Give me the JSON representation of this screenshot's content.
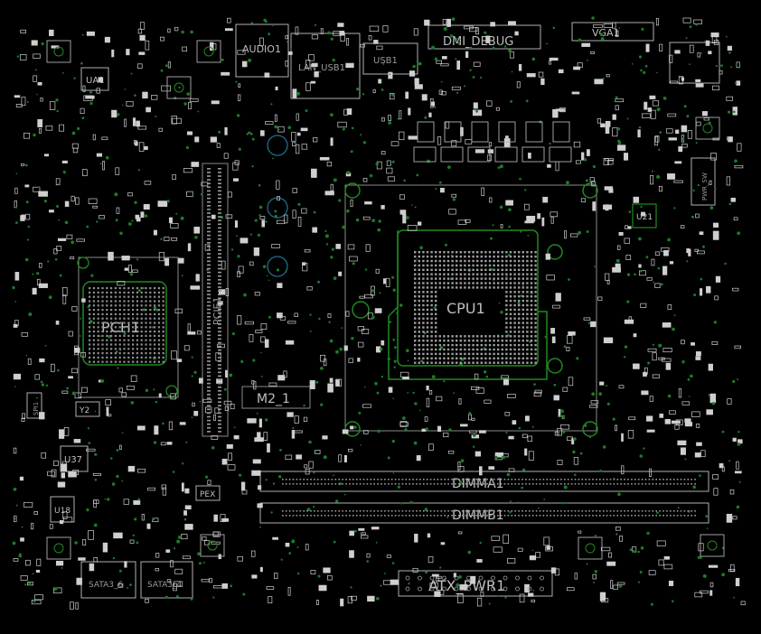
{
  "colors": {
    "background": "#000000",
    "silkscreen": "#d0d0d0",
    "outline_green": "#1f8a1f",
    "via_green": "#1d7a2a",
    "ring_cyan": "#1f6f8a"
  },
  "labels": {
    "dmi": "DMI_DEBUG",
    "vga": "VGA1",
    "audio": "AUDIO1",
    "lan_usb": "LAN_USB1",
    "usb1": "USB1",
    "cpu": "CPU1",
    "pch": "PCH1",
    "pci": "PCIE1",
    "m2": "M2_1",
    "dimm_a": "DIMMA1",
    "dimm_b": "DIMMB1",
    "atx": "ATX_PWR1",
    "sata2": "SATA3_6",
    "sata4": "SATA3_4",
    "ua1": "UA1",
    "u37": "U37",
    "u18": "U18",
    "u21": "U21",
    "y2": "Y2",
    "pwr_sw": "PWR_SW",
    "spi": "SPI1",
    "pex": "PEX"
  }
}
